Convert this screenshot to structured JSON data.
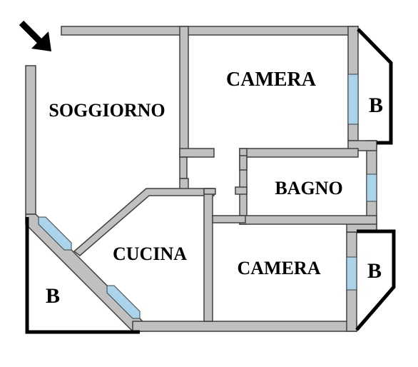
{
  "floorplan": {
    "rooms": {
      "soggiorno": "SOGGIORNO",
      "camera_top": "CAMERA",
      "bagno": "BAGNO",
      "cucina": "CUCINA",
      "camera_bottom": "CAMERA",
      "balcony_top_right": "B",
      "balcony_bottom_right": "B",
      "balcony_bottom_left": "B"
    },
    "entrance_icon": "arrow-down-right-icon",
    "colors": {
      "wall": "#c0c0c0",
      "wall_outline": "#404040",
      "window": "#aad4ea",
      "balcony_rail": "#000000",
      "background": "#ffffff"
    }
  }
}
